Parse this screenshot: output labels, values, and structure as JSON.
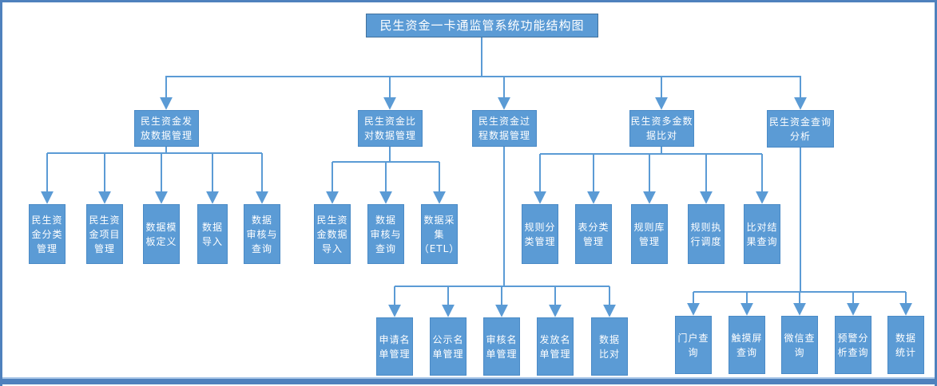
{
  "colors": {
    "node_fill": "#5b9bd5",
    "node_border": "#4a8ac6",
    "title_border": "#41719c",
    "connector": "#5b9bd5",
    "frame": "#4f81bd",
    "frame_light": "#a9c7e8",
    "node_text": "#ffffff",
    "background": "#ffffff"
  },
  "nodes": {
    "root": "民生资金一卡通监管系统功能结构图",
    "branches": [
      {
        "label": "民生资金发\n放数据管理",
        "children": [
          "民生资\n金分类\n管理",
          "民生资\n金项目\n管理",
          "数据模\n板定义",
          "数据\n导入",
          "数据\n审核与\n查询"
        ]
      },
      {
        "label": "民生资金比\n对数据管理",
        "children": [
          "民生资\n金数据\n导入",
          "数据\n审核与\n查询",
          "数据采\n集\n（ETL）"
        ]
      },
      {
        "label": "民生资金过\n程数据管理",
        "children": [
          "申请名\n单管理",
          "公示名\n单管理",
          "审核名\n单管理",
          "发放名\n单管理",
          "数据\n比对"
        ]
      },
      {
        "label": "民生资多金数\n据比对",
        "children": [
          "规则分\n类管理",
          "表分类\n管理",
          "规则库\n管理",
          "规则执\n行调度",
          "比对结\n果查询"
        ]
      },
      {
        "label": "民生资金查询\n分析",
        "children": [
          "门户查\n询",
          "触摸屏\n查询",
          "微信查\n询",
          "预警分\n析查询",
          "数据\n统计"
        ]
      }
    ]
  }
}
